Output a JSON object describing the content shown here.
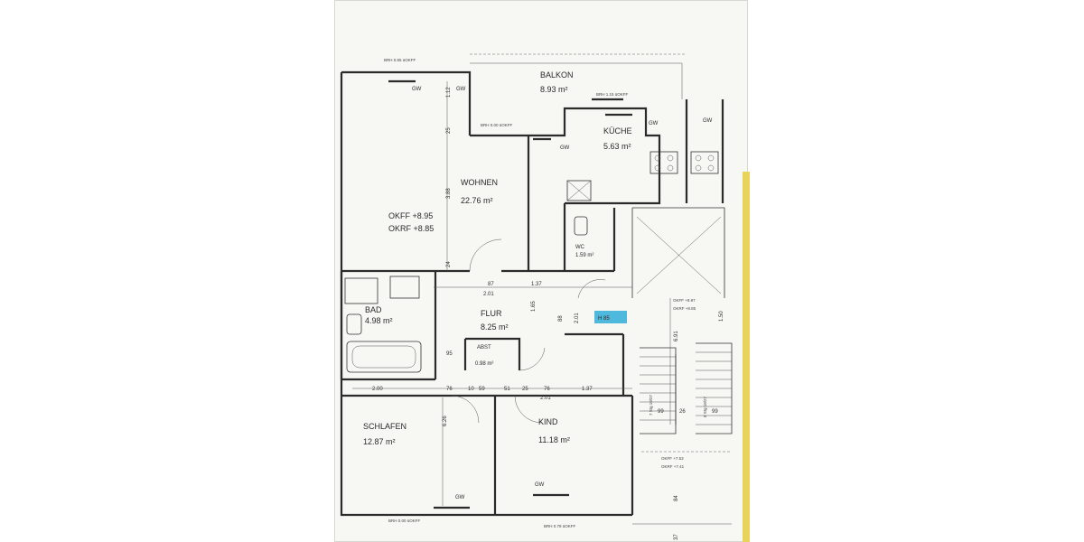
{
  "rooms": {
    "balkon": {
      "name": "BALKON",
      "area": "8.93 m²"
    },
    "kueche": {
      "name": "KÜCHE",
      "area": "5.63 m²"
    },
    "wohnen": {
      "name": "WOHNEN",
      "area": "22.76 m²",
      "okff": "OKFF +8.95",
      "okrf": "OKRF +8.85"
    },
    "bad": {
      "name": "BAD",
      "area": "4.98 m²"
    },
    "flur": {
      "name": "FLUR",
      "area": "8.25 m²"
    },
    "wc": {
      "name": "WC",
      "area": "1.59 m²"
    },
    "abst": {
      "name": "ABST",
      "area": "0.98 m²"
    },
    "schlafen": {
      "name": "SCHLAFEN",
      "area": "12.87 m²"
    },
    "kind": {
      "name": "KIND",
      "area": "11.18 m²"
    }
  },
  "annotations": {
    "brh_top": "BRH 0.55 üOKFF",
    "brh_balkon": "BRH 1.15 üOKFF",
    "brh_mid": "BRH 0.00 üOKFF",
    "brh_bottom_left": "BRH 0.00 üOKFF",
    "brh_bottom": "BRH 0.78 üOKFF",
    "gw": "GW",
    "highlight": "H 85",
    "okff_right": "OKFF +8.97",
    "okrf_right": "OKRF +8.85",
    "okff_stair": "OKFF +7.53",
    "okrf_stair": "OKRF +7.41",
    "stair_left": "7 Stg 18/27",
    "stair_right": "8 Stg 18/27"
  },
  "dimensions": {
    "d_112": "1.12",
    "d_25": "25",
    "d_388": "3.88",
    "d_24": "24",
    "d_875": "87",
    "d_201a": "2.01",
    "d_137a": "1.37",
    "d_165": "1.65",
    "d_885": "88",
    "d_201b": "2.01",
    "d_95": "95",
    "d_200": "2.00",
    "d_76a": "76",
    "d_10a": "10",
    "d_59": "59",
    "d_51": "51",
    "d_25b": "25",
    "d_76b": "76",
    "d_137b": "1.37",
    "d_201c": "2.01",
    "d_626": "6.26",
    "d_691": "6.91",
    "d_150": "1.50",
    "d_845": "84",
    "d_99a": "99",
    "d_26": "26",
    "d_99b": "99",
    "d_375": "37"
  }
}
